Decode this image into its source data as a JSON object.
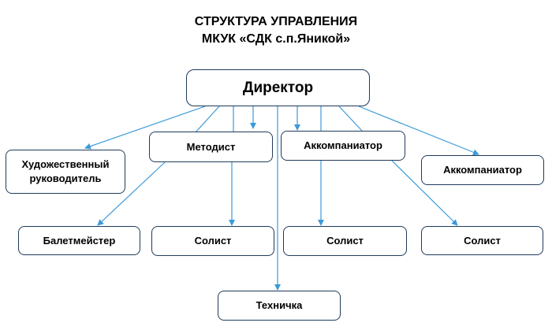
{
  "title": {
    "line1": "СТРУКТУРА УПРАВЛЕНИЯ",
    "line2": "МКУК «СДК с.п.Яникой»"
  },
  "nodes": {
    "director": "Директор",
    "art_director": "Художественный руководитель",
    "methodist": "Методист",
    "accompanist_1": "Аккомпаниатор",
    "accompanist_2": "Аккомпаниатор",
    "ballet_master": "Балетмейстер",
    "soloist_1": "Солист",
    "soloist_2": "Солист",
    "soloist_3": "Солист",
    "cleaner": "Техничка"
  },
  "colors": {
    "connector": "#3a9ad9",
    "box_border": "#1f3a5a"
  }
}
